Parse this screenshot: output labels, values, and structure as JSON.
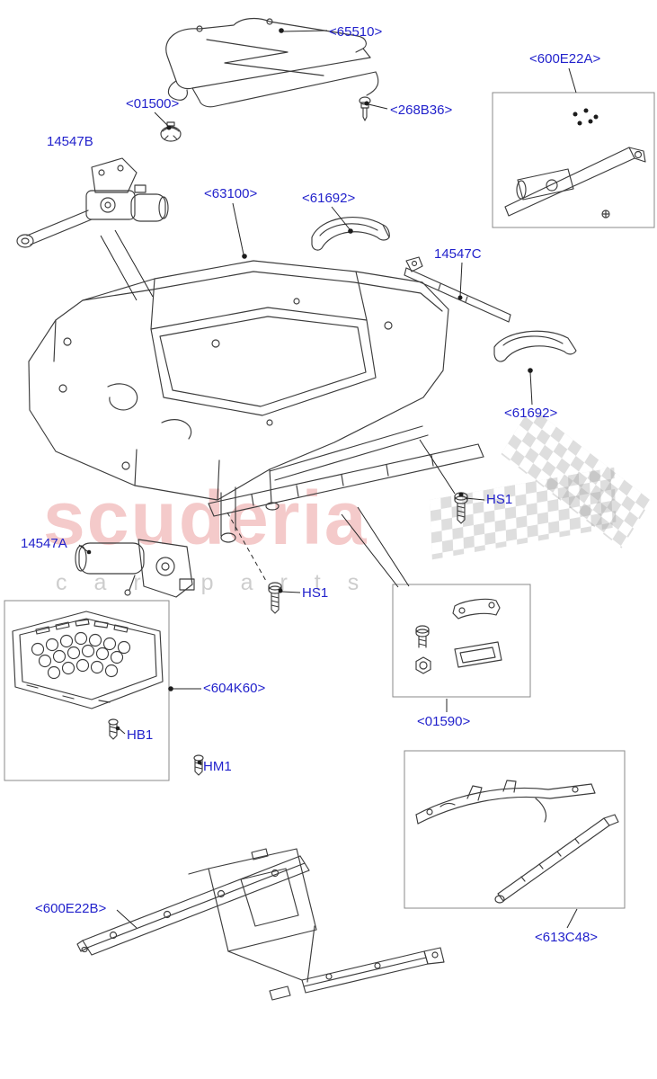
{
  "watermark": {
    "brand": "scuderia",
    "subtext": "car parts"
  },
  "colors": {
    "label_blue": "#2222cc",
    "line": "#3c3c3c",
    "box_border": "#8a8a8a",
    "wm_red": "rgba(219,80,80,0.30)",
    "wm_gray": "rgba(130,130,130,0.40)"
  },
  "labels": [
    {
      "id": "65510",
      "text": "<65510>"
    },
    {
      "id": "600E22A",
      "text": "<600E22A>"
    },
    {
      "id": "01500",
      "text": "<01500>"
    },
    {
      "id": "14547B",
      "text": "14547B"
    },
    {
      "id": "268B36",
      "text": "<268B36>"
    },
    {
      "id": "63100",
      "text": "<63100>"
    },
    {
      "id": "61692-a",
      "text": "<61692>"
    },
    {
      "id": "14547C",
      "text": "14547C"
    },
    {
      "id": "61692-b",
      "text": "<61692>"
    },
    {
      "id": "HS1-a",
      "text": "HS1"
    },
    {
      "id": "14547A",
      "text": "14547A"
    },
    {
      "id": "HS1-b",
      "text": "HS1"
    },
    {
      "id": "604K60",
      "text": "<604K60>"
    },
    {
      "id": "01590",
      "text": "<01590>"
    },
    {
      "id": "HB1",
      "text": "HB1"
    },
    {
      "id": "HM1",
      "text": "HM1"
    },
    {
      "id": "600E22B",
      "text": "<600E22B>"
    },
    {
      "id": "613C48",
      "text": "<613C48>"
    }
  ]
}
